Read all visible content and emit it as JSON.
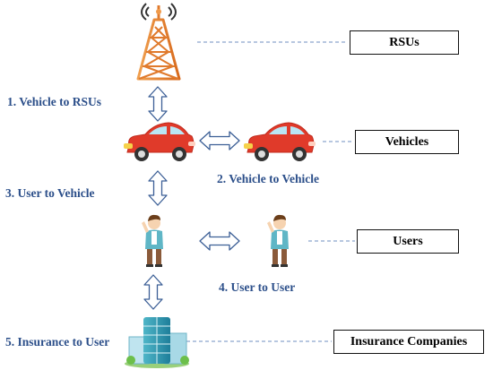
{
  "legend": {
    "rsus": "RSUs",
    "vehicles": "Vehicles",
    "users": "Users",
    "insurance": "Insurance Companies"
  },
  "links": {
    "vehicle_to_rsus": "1. Vehicle to RSUs",
    "vehicle_to_vehicle": "2. Vehicle to Vehicle",
    "user_to_vehicle": "3. User to Vehicle",
    "user_to_user": "4. User to User",
    "insurance_to_user": "5. Insurance to User"
  },
  "colors": {
    "label_blue": "#2c4f8a",
    "arrow_stroke": "#3c5f96",
    "dashed_line": "#6f8fc0",
    "car_red": "#e03a2a",
    "tower_orange": "#e07a2c"
  },
  "icons": {
    "tower": "rsu-tower-icon",
    "car": "car-icon",
    "user": "user-icon",
    "building": "insurance-building-icon"
  }
}
